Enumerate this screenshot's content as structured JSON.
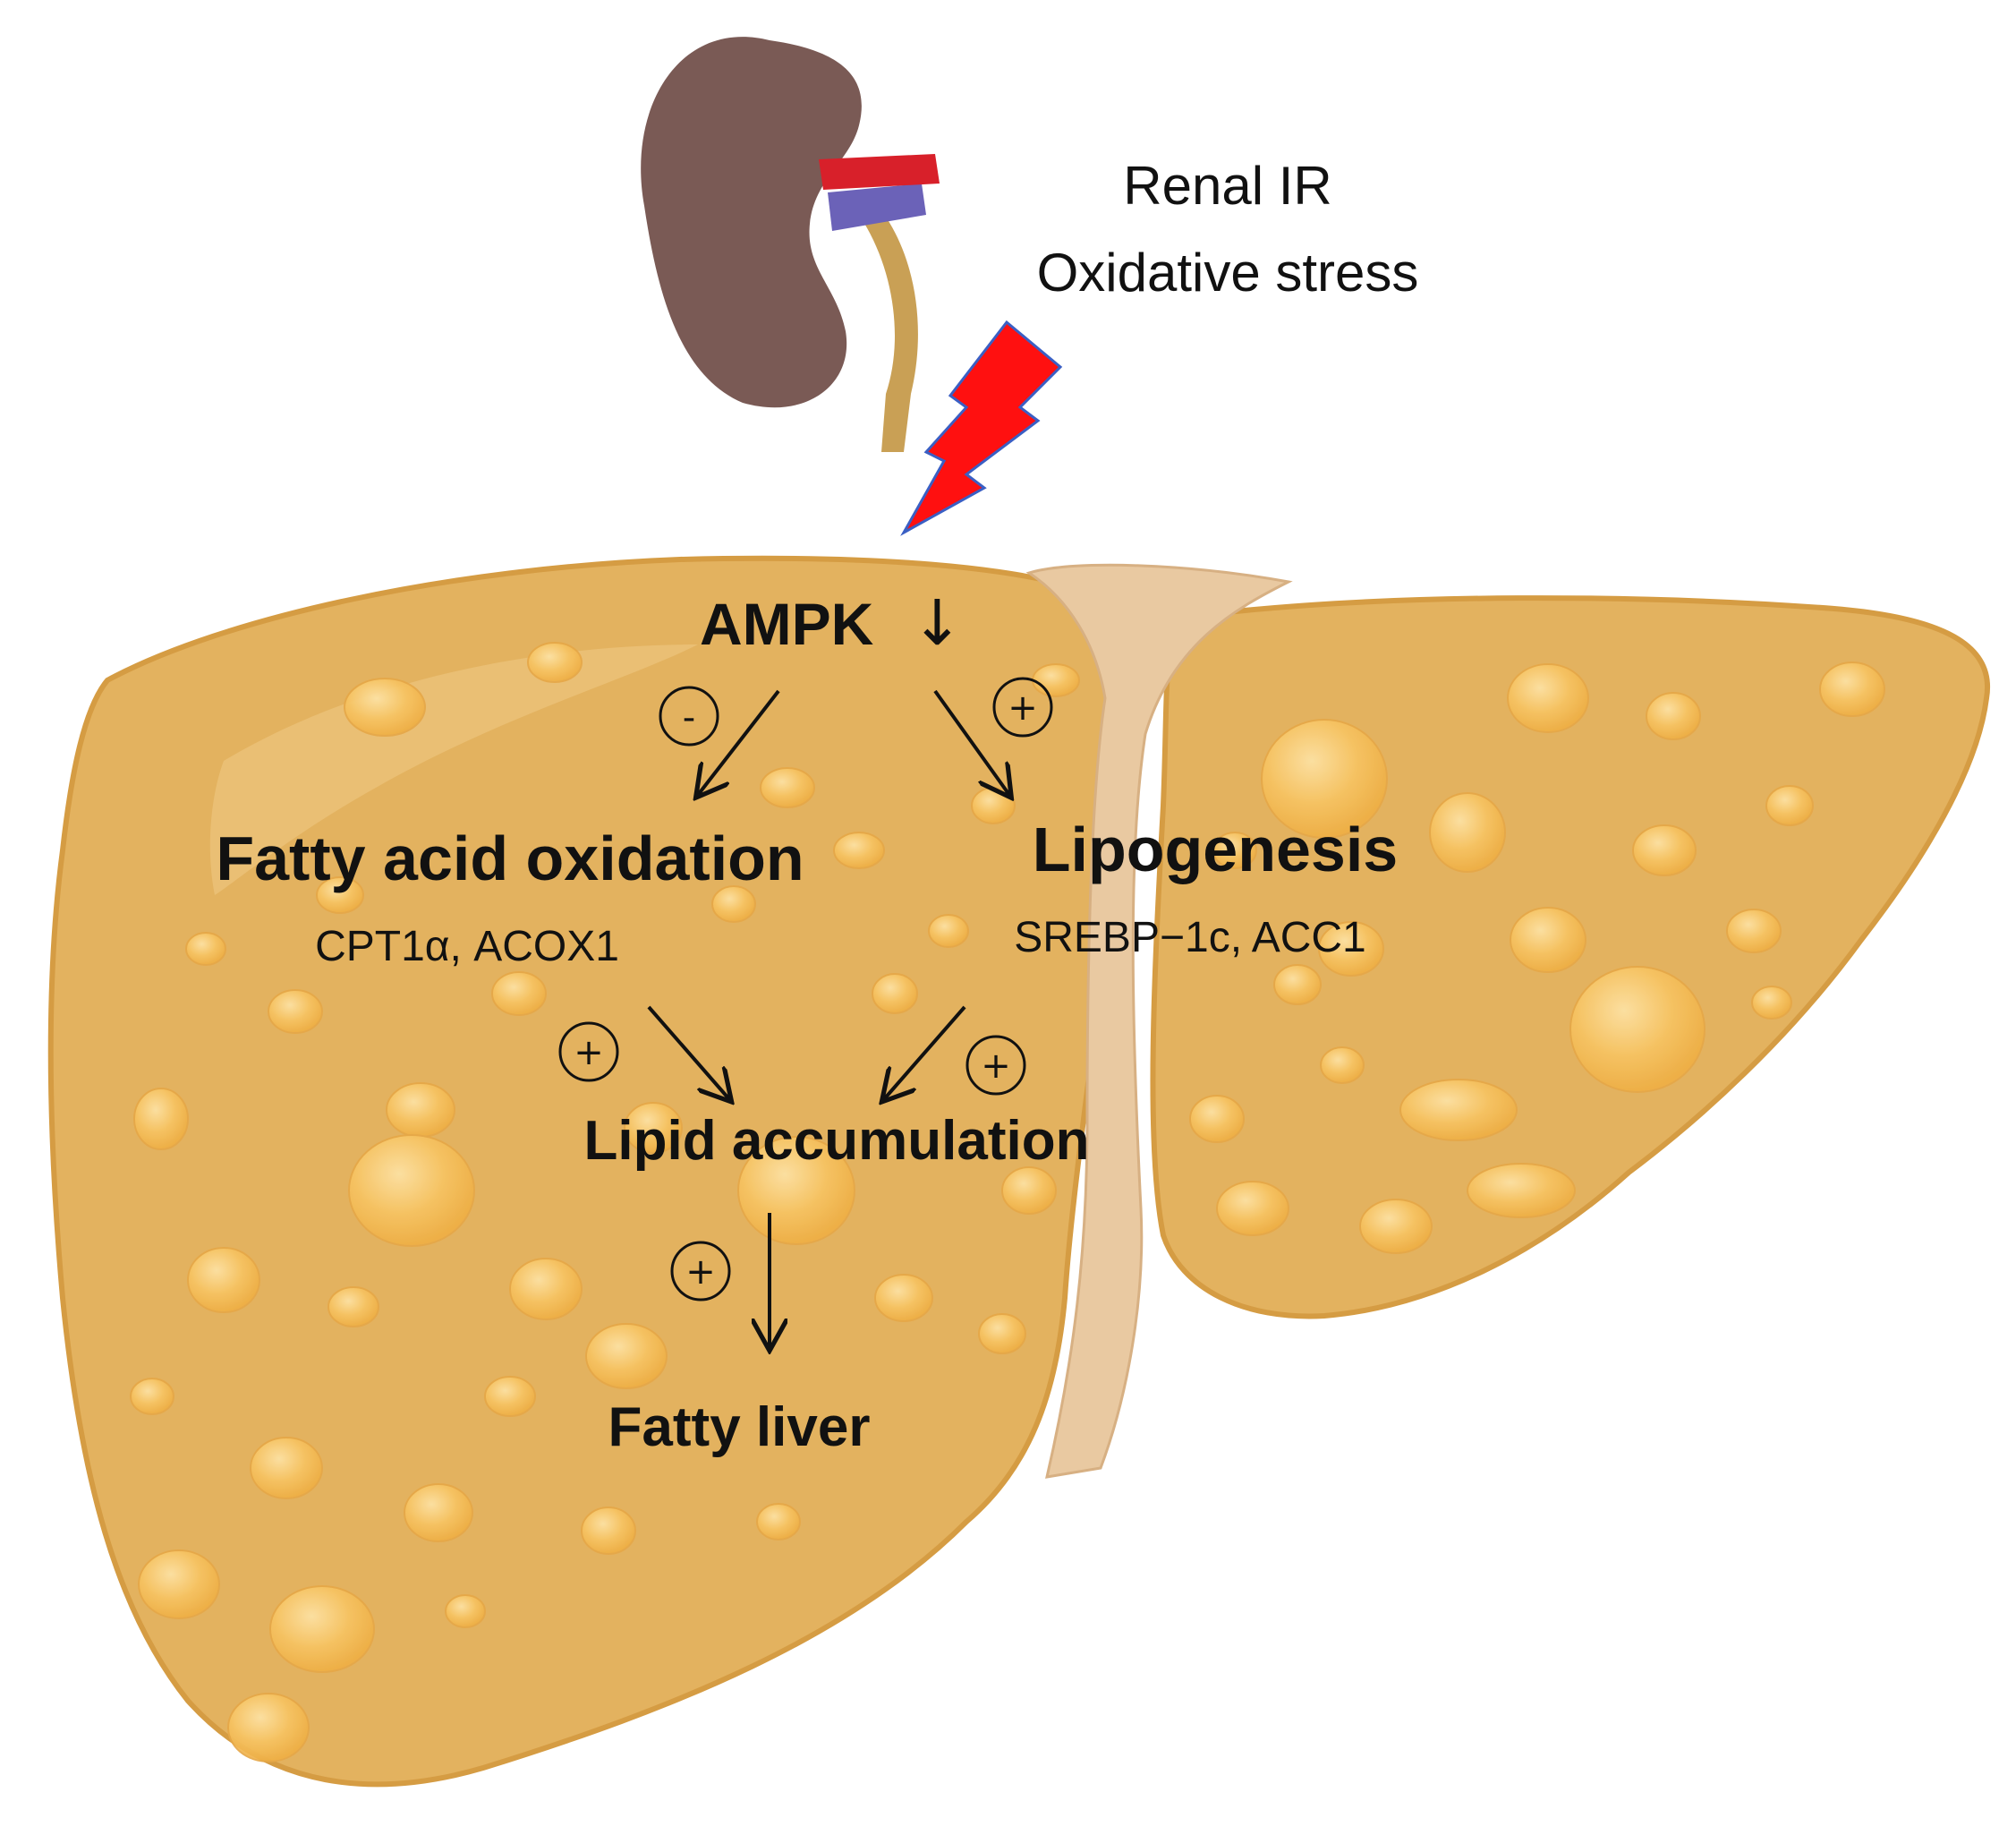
{
  "stimulus": {
    "line1": "Renal IR",
    "line2": "Oxidative stress"
  },
  "nodes": {
    "ampk": "AMPK",
    "ampk_arrow": "↓",
    "fao_title": "Fatty acid oxidation",
    "fao_genes": "CPT1α, ACOX1",
    "lipo_title": "Lipogenesis",
    "lipo_genes": "SREBP−1c, ACC1",
    "lipid_accum": "Lipid accumulation",
    "fatty_liver": "Fatty liver"
  },
  "signs": {
    "fao": "-",
    "lipo": "+",
    "fao_to_accum": "+",
    "lipo_to_accum": "+",
    "accum_to_liver": "+"
  },
  "colors": {
    "liver_fill": "#e3b25f",
    "liver_dark": "#d59c43",
    "liver_light": "#ecc57e",
    "droplet": "#f4bd55",
    "droplet_highlight": "#fbd78e",
    "ligament": "#e9c9a1",
    "kidney": "#7a5a55",
    "artery": "#d8202a",
    "vein": "#6b62b8",
    "ureter": "#c9a055",
    "lightning": "#ff1010",
    "lightning_edge": "#3a5fc4",
    "text": "#111111"
  }
}
